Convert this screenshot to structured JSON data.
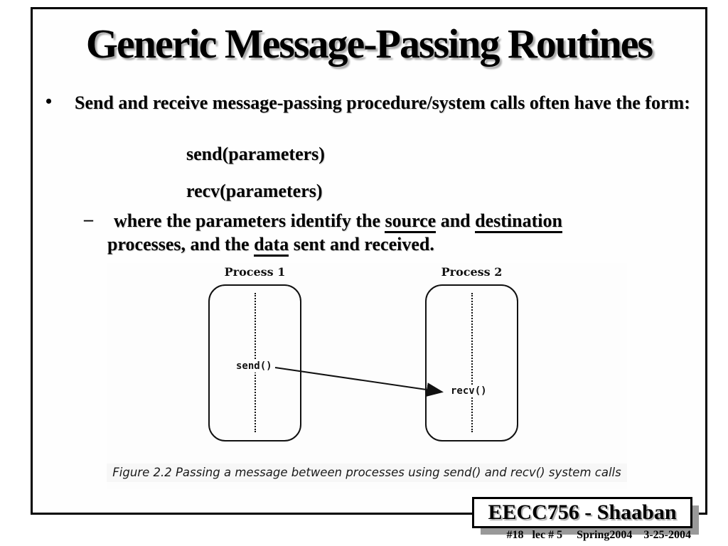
{
  "slide": {
    "title": "Generic Message-Passing Routines",
    "bullet": {
      "marker": "•",
      "text": "Send and receive message-passing procedure/system calls often have the form:"
    },
    "calls": [
      "send(parameters)",
      "recv(parameters)"
    ],
    "sub_bullet": {
      "marker": "–",
      "parts": [
        "where the parameters identify the ",
        "source",
        " and ",
        "destination",
        " processes, and the ",
        "data",
        " sent and received."
      ]
    }
  },
  "figure": {
    "process1_label": "Process 1",
    "process2_label": "Process 2",
    "send_label": "send()",
    "recv_label": "recv()",
    "caption": "Figure 2.2 Passing a message between processes using send() and recv() system calls"
  },
  "footer": {
    "badge": "EECC756 - Shaaban",
    "footnote": "#18   lec # 5     Spring2004    3-25-2004"
  },
  "colors": {
    "text": "#000000",
    "frame_border": "#000000",
    "badge_shadow": "#999999",
    "title_shadow": "#a8a8a8"
  }
}
